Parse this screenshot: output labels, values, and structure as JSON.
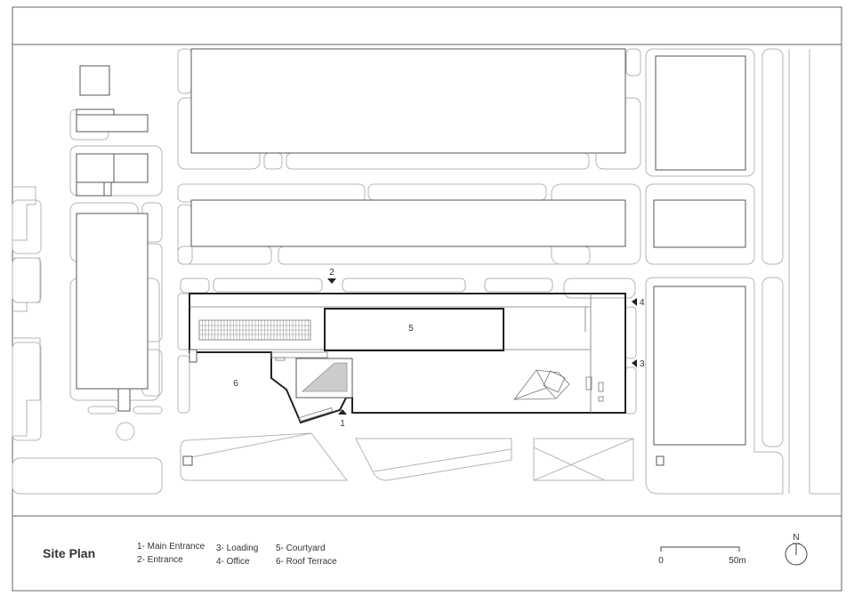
{
  "title": "Site Plan",
  "legend": [
    [
      "1- Main Entrance",
      "2- Entrance"
    ],
    [
      "3- Loading",
      "4- Office"
    ],
    [
      "5- Courtyard",
      "6- Roof Terrace"
    ]
  ],
  "plan_labels": {
    "l1": "1",
    "l2": "2",
    "l3": "3",
    "l4": "4",
    "l5": "5",
    "l6": "6"
  },
  "scale_bar": {
    "start": "0",
    "end": "50m"
  },
  "north": "N"
}
